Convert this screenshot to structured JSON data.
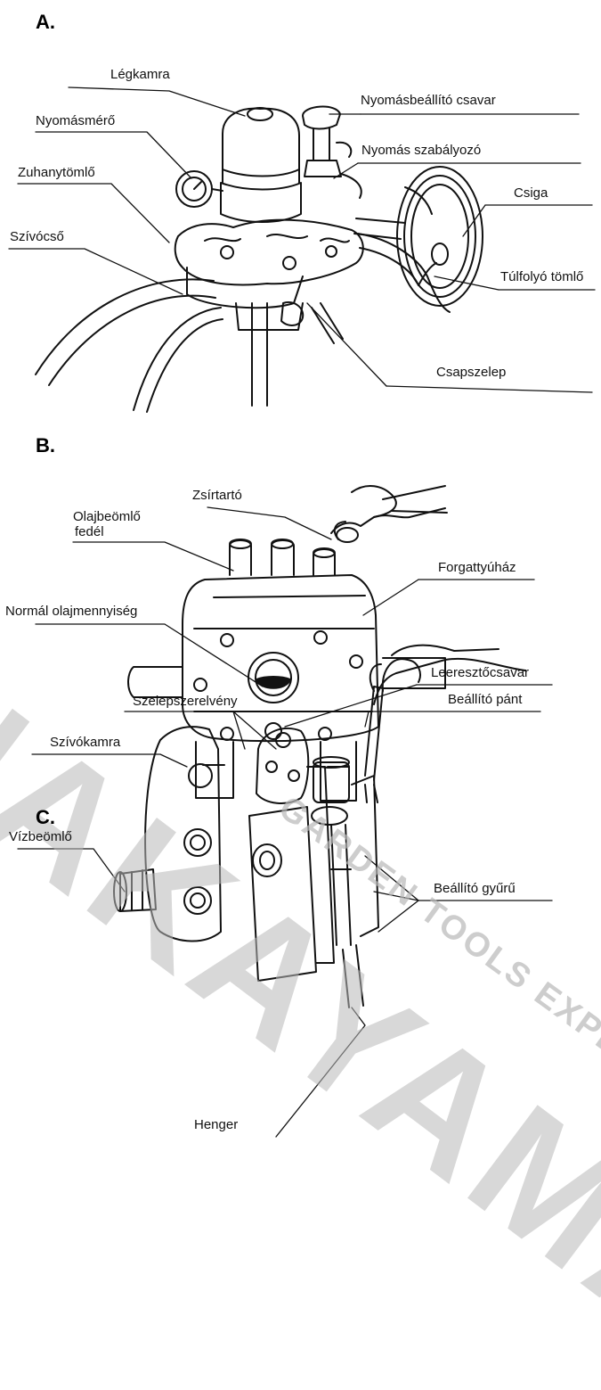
{
  "watermark": {
    "brand": "NAKAYAMA",
    "tagline": "GARDEN TOOLS EXPERT"
  },
  "sections": {
    "a": {
      "title": "A.",
      "labels": {
        "air_chamber": "Légkamra",
        "pressure_screw": "Nyomásbeállító csavar",
        "gauge": "Nyomásmérő",
        "regulator": "Nyomás szabályozó",
        "spray_hose": "Zuhanytömlő",
        "pulley": "Csiga",
        "suction_pipe": "Szívócső",
        "overflow_hose": "Túlfolyó tömlő",
        "valve": "Csapszelep"
      }
    },
    "b": {
      "title": "B.",
      "labels": {
        "grease": "Zsírtartó",
        "oil_cap_1": "Olajbeömlő",
        "oil_cap_2": "fedél",
        "crankcase": "Forgattyúház",
        "oil_level": "Normál olajmennyiség",
        "drain_screw": "Leeresztőcsavar"
      }
    },
    "c": {
      "title": "C.",
      "labels": {
        "valve_assembly": "Szelepszerelvény",
        "suction_chamber": "Szívókamra",
        "adj_strap": "Beállító pánt",
        "water_inlet": "Vízbeömlő",
        "adj_ring": "Beállító gyűrű",
        "cylinder": "Henger"
      }
    }
  }
}
